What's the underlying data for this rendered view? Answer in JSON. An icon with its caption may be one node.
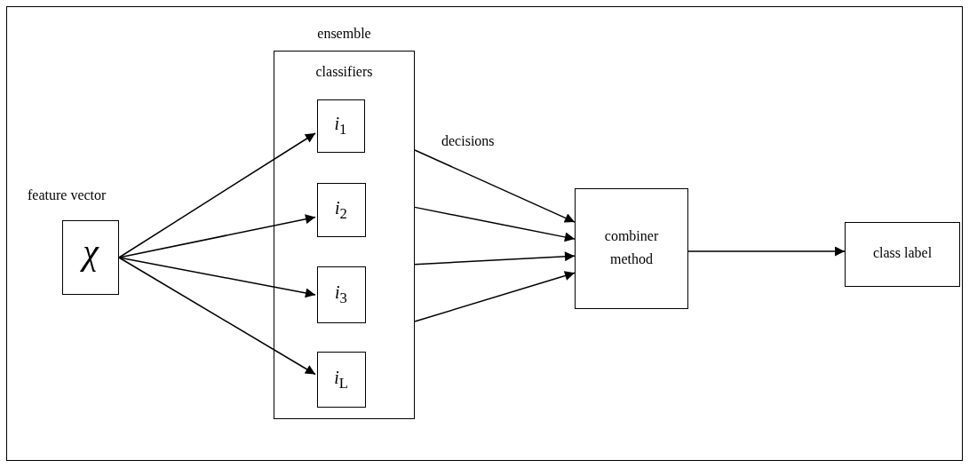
{
  "diagram": {
    "nodes": [
      {
        "text": [
          "feature vector",
          "χ"
        ]
      },
      {
        "text": [
          "ensemble",
          "classifiers"
        ]
      },
      {
        "text": [
          "*i*$_{1}$"
        ],
        "in": 1
      },
      {
        "text": [
          "*i*$_{2}$"
        ],
        "in": 1
      },
      {
        "text": [
          "*i*$_{3}$"
        ],
        "in": 1
      },
      {
        "text": [
          "*i*$_{L}$"
        ],
        "in": 1
      },
      {
        "text": [
          "combiner method"
        ]
      },
      {
        "text": [
          "class label"
        ]
      }
    ],
    "edges": [
      {
        "from": 0,
        "to": 2,
        "arrow": "to"
      },
      {
        "from": 0,
        "to": 3,
        "arrow": "to"
      },
      {
        "from": 0,
        "to": 4,
        "arrow": "to"
      },
      {
        "from": 0,
        "to": 5,
        "arrow": "to"
      },
      {
        "from": 1,
        "to": 6,
        "arrow": "to"
      },
      {
        "from": 1,
        "to": 6,
        "arrow": "to"
      },
      {
        "from": 1,
        "to": 6,
        "arrow": "to"
      },
      {
        "from": 1,
        "to": 6,
        "arrow": "to"
      },
      {
        "from": 6,
        "to": 7,
        "arrow": "to"
      }
    ],
    "labels": [
      "decisions"
    ]
  }
}
